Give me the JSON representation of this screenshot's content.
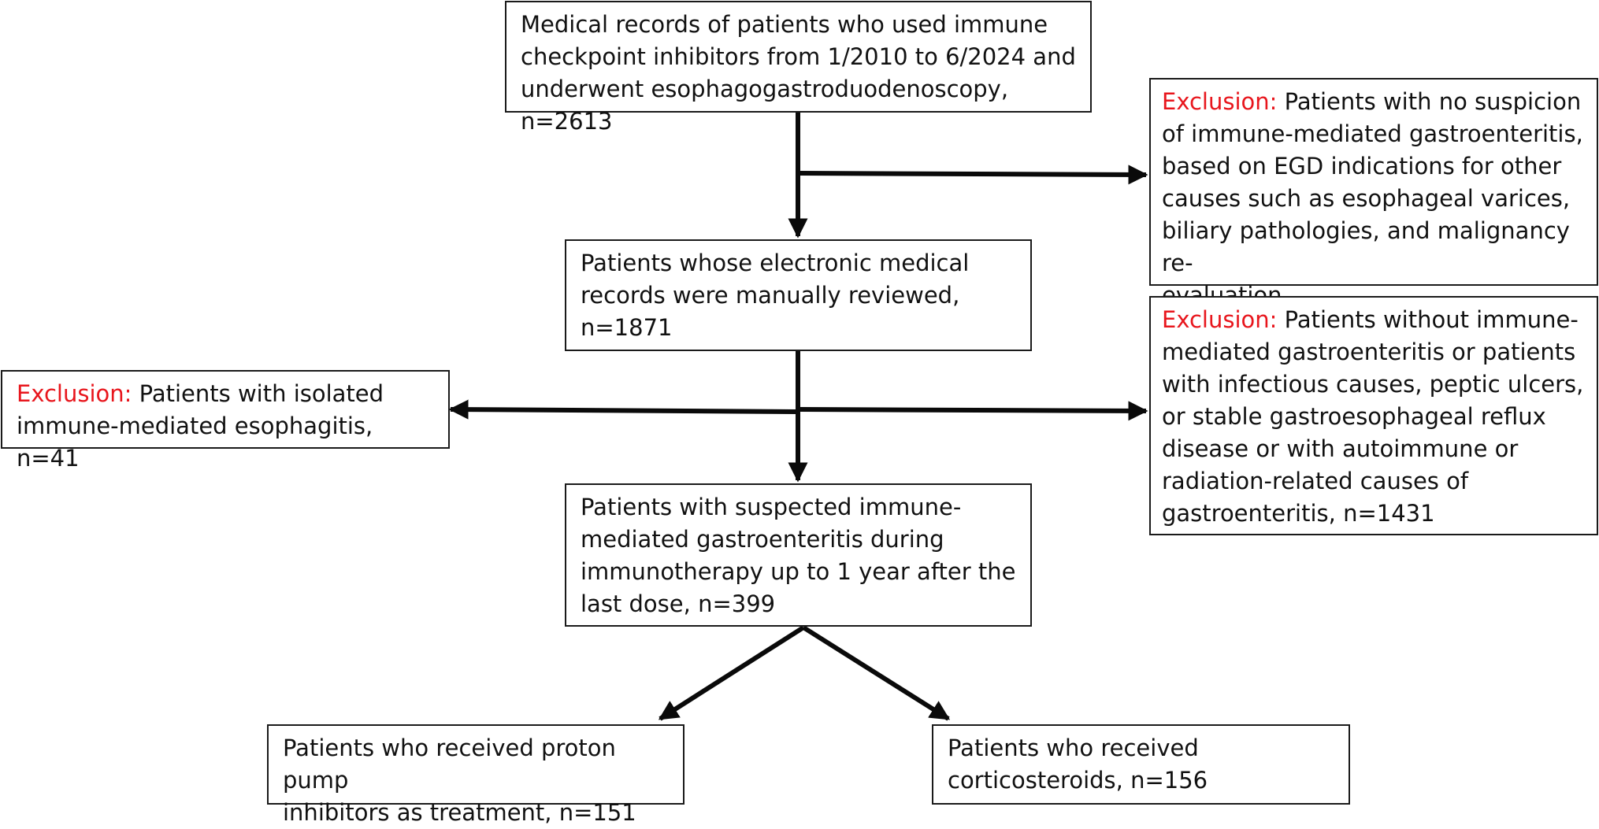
{
  "colors": {
    "exclusion_label": "#e8161d",
    "line": "#0a0a0a",
    "text": "#111111"
  },
  "boxes": {
    "start": {
      "text": "Medical records of patients who used immune\ncheckpoint inhibitors from 1/2010 to 6/2024 and\nunderwent esophagogastroduodenoscopy, n=2613"
    },
    "reviewed": {
      "text": "Patients whose electronic medical\nrecords were manually reviewed,\nn=1871"
    },
    "suspected": {
      "text": "Patients with suspected immune-\nmediated gastroenteritis during\nimmunotherapy up to 1 year after the\nlast dose, n=399"
    },
    "ppi": {
      "text": "Patients who received proton pump\ninhibitors as treatment, n=151"
    },
    "steroids": {
      "text": "Patients who received\ncorticosteroids, n=156"
    },
    "exclusion1": {
      "label": "Exclusion:",
      "text": "Patients with no suspicion\nof immune-mediated gastroenteritis,\nbased on EGD indications for other\ncauses such as esophageal varices,\nbiliary pathologies, and malignancy re-\nevaluation"
    },
    "exclusion2": {
      "label": "Exclusion:",
      "text": "Patients without immune-\nmediated gastroenteritis or patients\nwith infectious causes, peptic ulcers,\nor stable gastroesophageal reflux\ndisease or with autoimmune or\nradiation-related causes of\ngastroenteritis, n=1431"
    },
    "exclusion3": {
      "label": "Exclusion:",
      "text": "Patients with isolated\nimmune-mediated esophagitis, n=41"
    }
  }
}
